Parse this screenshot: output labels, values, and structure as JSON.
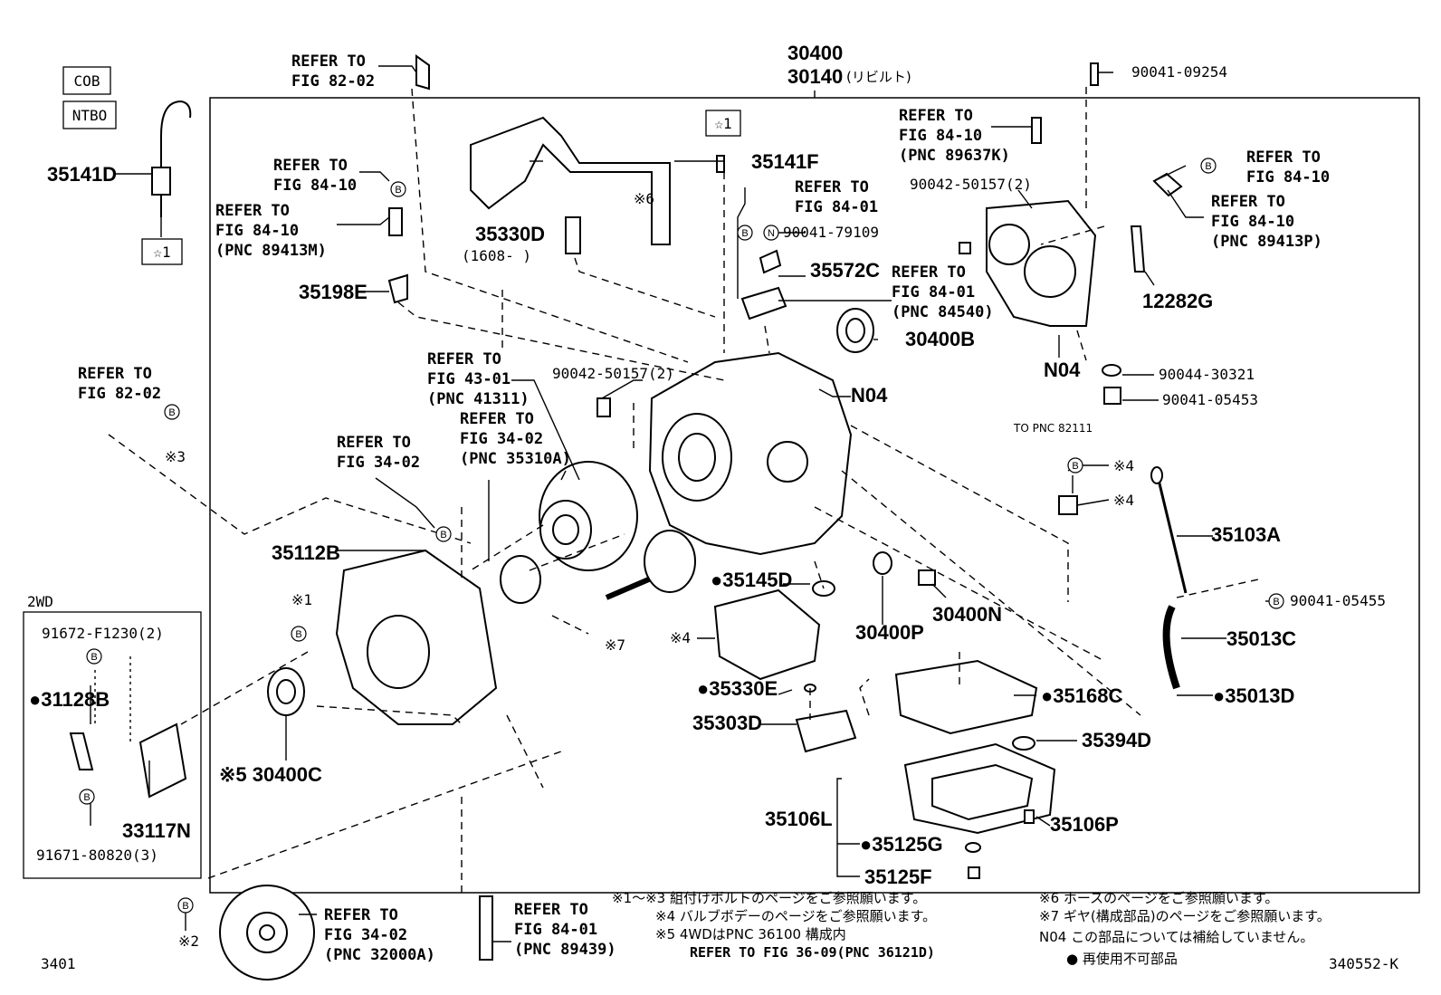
{
  "codes": [
    "COB",
    "NTBO"
  ],
  "parts": {
    "p35141D": "35141D",
    "p30400": "30400",
    "p30140": "30140",
    "p30140_note": "(リビルト)",
    "p35141F": "35141F",
    "p35330D": "35330D",
    "p35330D_range": "(1608-     )",
    "p35198E": "35198E",
    "p35572C": "35572C",
    "p30400B": "30400B",
    "p12282G": "12282G",
    "pN04_a": "N04",
    "pN04_b": "N04",
    "p35112B": "35112B",
    "p35145D": "●35145D",
    "p30400P": "30400P",
    "p30400N": "30400N",
    "p35103A": "35103A",
    "p35013C": "35013C",
    "p35013D": "●35013D",
    "p35168C": "●35168C",
    "p35330E": "●35330E",
    "p35303D": "35303D",
    "p35394D": "35394D",
    "p30400C": "※5 30400C",
    "p35106L": "35106L",
    "p35106P": "35106P",
    "p35125G": "●35125G",
    "p35125F": "35125F",
    "p31128B": "●31128B",
    "p33117N": "33117N"
  },
  "small": {
    "n90041_09254": "90041-09254",
    "n90042_50157_r": "90042-50157(2)",
    "n90041_79109": "90041-79109",
    "n90044_30321": "90044-30321",
    "n90041_05453": "90041-05453",
    "n90042_50157_c": "90042-50157(2)",
    "n90041_05455": "90041-05455",
    "n91672": "91672-F1230(2)",
    "n91671": "91671-80820(3)",
    "to_pnc": "TO PNC 82111",
    "mark6": "※6",
    "mark7": "※7",
    "mark4a": "※4",
    "mark4b": "※4",
    "mark4c": "※4",
    "mark3": "※3",
    "mark1": "※1",
    "mark2": "※2",
    "star1": "☆1",
    "twowd": "2WD",
    "page": "3401",
    "figid": "340552-K"
  },
  "refs": {
    "r1": [
      "REFER TO",
      "FIG 82-02"
    ],
    "r2": [
      "REFER TO",
      "FIG 84-10"
    ],
    "r3": [
      "REFER TO",
      "FIG 84-10",
      "(PNC 89413M)"
    ],
    "r4": [
      "REFER TO",
      "FIG 84-01"
    ],
    "r5": [
      "REFER TO",
      "FIG 84-01",
      "(PNC 84540)"
    ],
    "r6": [
      "REFER TO",
      "FIG 84-10",
      "(PNC 89637K)"
    ],
    "r7": [
      "REFER TO",
      "FIG 84-10"
    ],
    "r8": [
      "REFER TO",
      "FIG 84-10",
      "(PNC 89413P)"
    ],
    "r9": [
      "REFER TO",
      "FIG 82-02"
    ],
    "r10": [
      "REFER TO",
      "FIG 43-01",
      "(PNC 41311)"
    ],
    "r11": [
      "REFER TO",
      "FIG 34-02",
      "(PNC 35310A)"
    ],
    "r12": [
      "REFER TO",
      "FIG 34-02"
    ],
    "r13": [
      "REFER TO",
      "FIG 34-02",
      "(PNC 32000A)"
    ],
    "r14": [
      "REFER TO",
      "FIG 84-01",
      "(PNC 89439)"
    ]
  },
  "notes": {
    "n1": "※1～※3  組付けボルトのページをご参照願います。",
    "n4": "※4  バルブボデーのページをご参照願います。",
    "n5": "※5  4WDはPNC 36100 構成内",
    "n5b": "REFER TO FIG 36-09(PNC 36121D)",
    "n6": "※6  ホースのページをご参照願います。",
    "n7": "※7  ギヤ(構成部品)のページをご参照願います。",
    "nN04": "N04  この部品については補給していません。",
    "ndot": "●  再使用不可部品"
  }
}
